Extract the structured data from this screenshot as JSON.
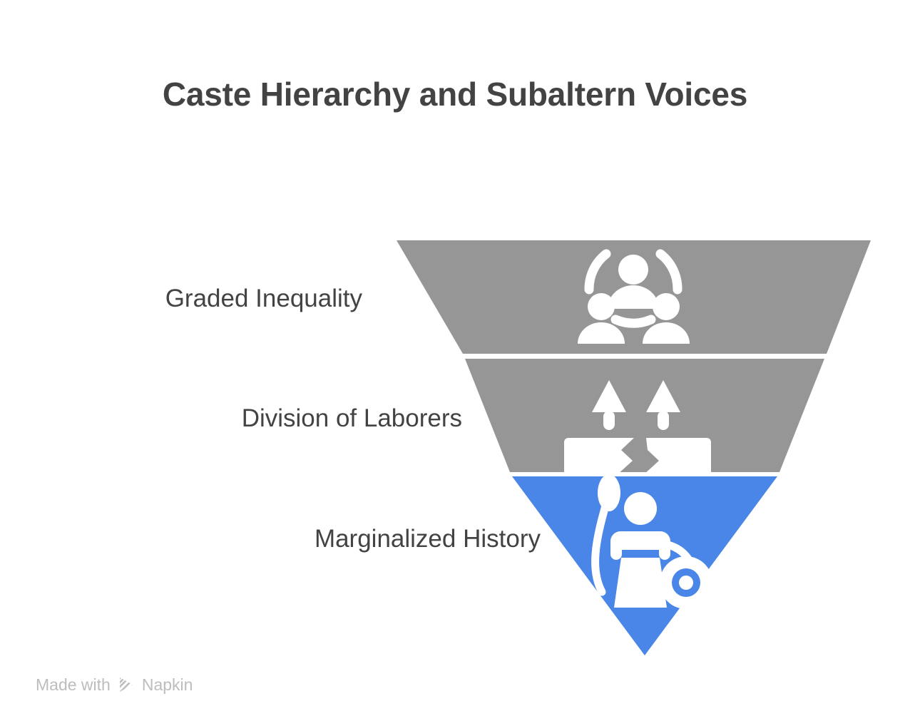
{
  "title": "Caste Hierarchy and Subaltern Voices",
  "colors": {
    "background": "#ffffff",
    "title_text": "#434343",
    "label_text": "#434343",
    "tier_gray": "#969696",
    "tier_accent_blue": "#4a86e8",
    "watermark": "#bdbdbd"
  },
  "diagram": {
    "type": "inverted-funnel",
    "tiers": [
      {
        "label": "Graded Inequality",
        "color": "#969696",
        "icon": "people-group-icon"
      },
      {
        "label": "Division of Laborers",
        "color": "#969696",
        "icon": "split-block-arrows-icon"
      },
      {
        "label": "Marginalized History",
        "color": "#4a86e8",
        "icon": "warrior-spear-shield-icon"
      }
    ]
  },
  "footer": {
    "made_with": "Made with",
    "brand": "Napkin",
    "logo": "napkin-logo-icon"
  }
}
